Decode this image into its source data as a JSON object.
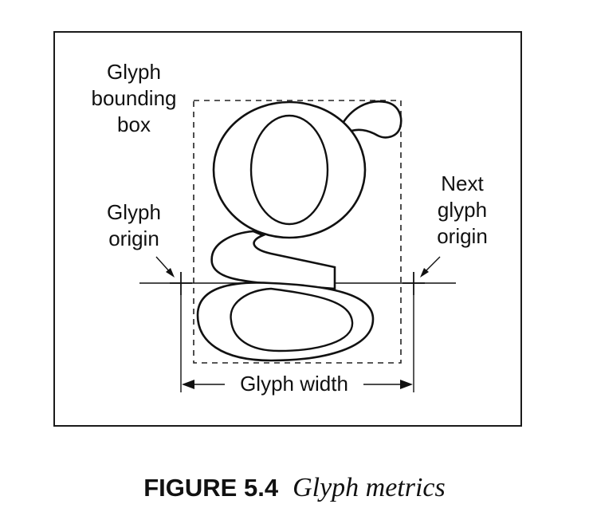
{
  "diagram": {
    "labels": {
      "bounding_box": [
        "Glyph",
        "bounding",
        "box"
      ],
      "glyph_origin": [
        "Glyph",
        "origin"
      ],
      "next_glyph_origin": [
        "Next",
        "glyph",
        "origin"
      ],
      "glyph_width": "Glyph width"
    },
    "glyph_char": "g"
  },
  "caption": {
    "number": "FIGURE 5.4",
    "title": "Glyph metrics"
  }
}
